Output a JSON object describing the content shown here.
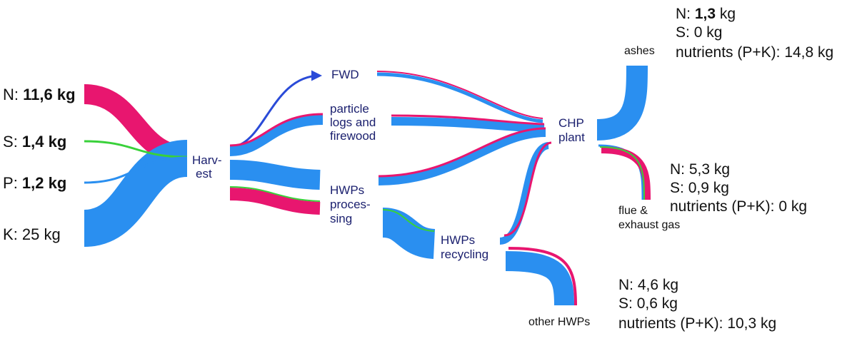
{
  "colors": {
    "pink": "#e8166f",
    "blue": "#2a8ff0",
    "green": "#39d13a",
    "navy": "#1a1f6e"
  },
  "inputs": [
    {
      "element": "N",
      "value": "11,6 kg"
    },
    {
      "element": "S",
      "value": "1,4 kg"
    },
    {
      "element": "P",
      "value": "1,2 kg"
    },
    {
      "element": "K",
      "value": "25 kg"
    }
  ],
  "nodes": {
    "harvest": [
      "Harv-",
      "est"
    ],
    "fwd": [
      "FWD"
    ],
    "particle": [
      "particle",
      "logs and",
      "firewood"
    ],
    "hwps_processing": [
      "HWPs",
      "proces-",
      "sing"
    ],
    "hwps_recycling": [
      "HWPs",
      "recycling"
    ],
    "chp": [
      "CHP",
      "plant"
    ]
  },
  "outputs": {
    "ashes": {
      "label": "ashes",
      "lines": [
        {
          "prefix": "N: ",
          "value": "1,3",
          "unit": " kg"
        },
        {
          "prefix": "S: ",
          "value": "0",
          "unit": " kg"
        },
        {
          "prefix": "nutrients (P+K): ",
          "value": "14,8",
          "unit": " kg"
        }
      ]
    },
    "flue": {
      "label": [
        "flue &",
        "exhaust gas"
      ],
      "lines": [
        {
          "prefix": "N: ",
          "value": "5,3",
          "unit": " kg"
        },
        {
          "prefix": "S: ",
          "value": "0,9",
          "unit": " kg"
        },
        {
          "prefix": "nutrients (P+K): ",
          "value": "0",
          "unit": " kg"
        }
      ]
    },
    "other": {
      "label": "other HWPs",
      "lines": [
        {
          "prefix": "N: ",
          "value": "4,6",
          "unit": " kg"
        },
        {
          "prefix": "S: ",
          "value": "0,6",
          "unit": " kg"
        },
        {
          "prefix": "nutrients (P+K): ",
          "value": "10,3",
          "unit": " kg"
        }
      ]
    }
  }
}
